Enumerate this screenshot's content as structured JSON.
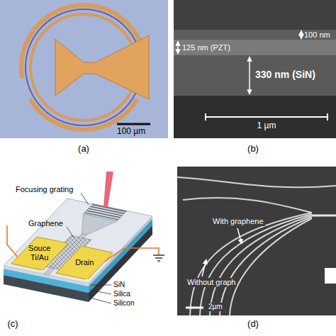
{
  "diagram": {
    "nodes": [
      {
        "text": [
          "Souce Ti/Au"
        ]
      },
      {
        "text": [
          "Drain"
        ]
      }
    ],
    "labels": [
      "100 µm",
      "(a)",
      "125 nm (PZT)",
      "100 nm",
      "330 nm (SiN)",
      "1 µm",
      "(b)",
      "Focusing grating",
      "Graphene",
      "SiN",
      "Silica",
      "Silicon",
      "(c)",
      "With graphene",
      "Without graph",
      "2µm",
      "(d)"
    ]
  }
}
